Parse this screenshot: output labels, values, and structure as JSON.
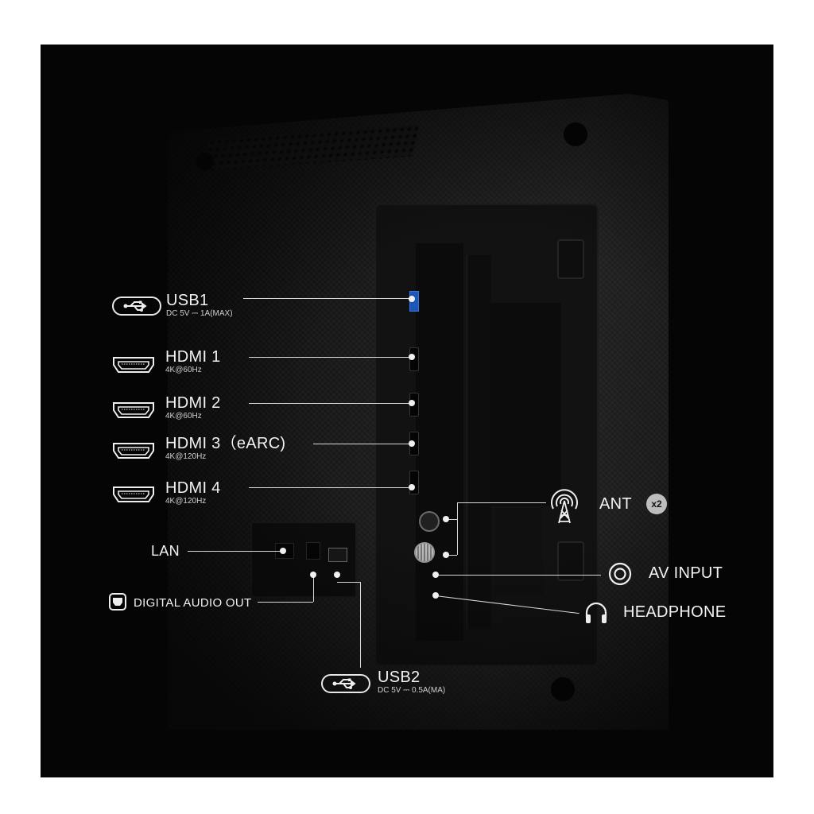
{
  "scene": {
    "background": "#ffffff",
    "panel_color": "#050505",
    "text_color": "#f2f2f2",
    "subtext_color": "#cfcfcf",
    "accent_usb_port": "#1b57b8"
  },
  "callouts": {
    "usb1": {
      "title": "USB1",
      "sub": "DC 5V ⎓ 1A(MAX)",
      "icon": "usb-icon"
    },
    "hdmi1": {
      "title": "HDMI 1",
      "sub": "4K@60Hz",
      "icon": "hdmi-icon"
    },
    "hdmi2": {
      "title": "HDMI 2",
      "sub": "4K@60Hz",
      "icon": "hdmi-icon"
    },
    "hdmi3": {
      "title": "HDMI 3（eARC)",
      "sub": "4K@120Hz",
      "icon": "hdmi-icon"
    },
    "hdmi4": {
      "title": "HDMI 4",
      "sub": "4K@120Hz",
      "icon": "hdmi-icon"
    },
    "lan": {
      "title": "LAN"
    },
    "digital_audio_out": {
      "title": "DIGITAL AUDIO OUT",
      "icon": "optical-port-icon"
    },
    "usb2": {
      "title": "USB2",
      "sub": "DC 5V ⎓ 0.5A(MA)",
      "icon": "usb-icon"
    },
    "ant": {
      "title": "ANT",
      "badge": "x2",
      "icon": "antenna-tower-icon"
    },
    "av_input": {
      "title": "AV INPUT",
      "icon": "av-jack-icon"
    },
    "headphone": {
      "title": "HEADPHONE",
      "icon": "headphones-icon"
    }
  }
}
